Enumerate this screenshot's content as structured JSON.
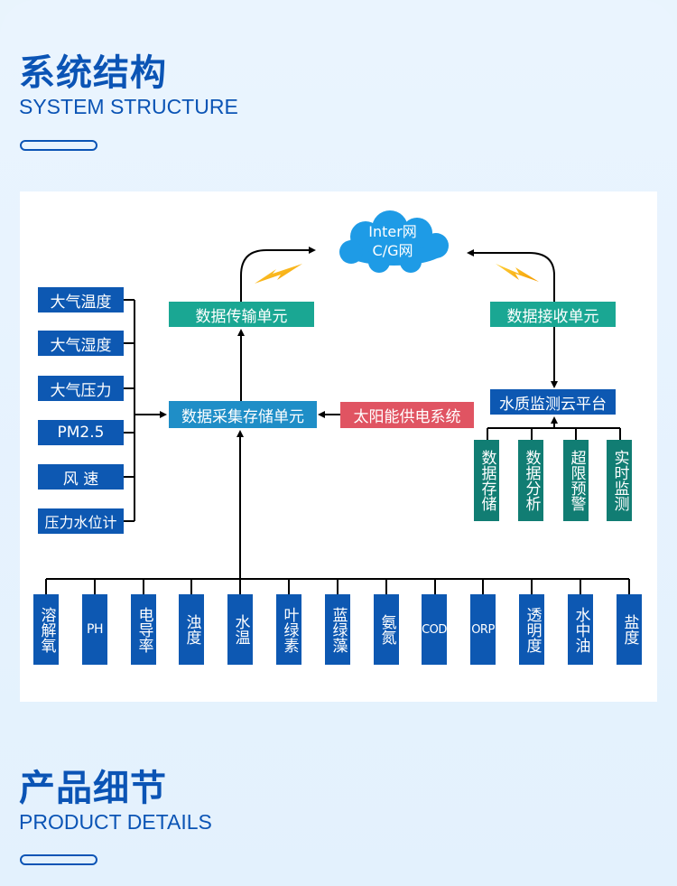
{
  "sections": [
    {
      "title": "系统结构",
      "subtitle": "SYSTEM STRUCTURE"
    },
    {
      "title": "产品细节",
      "subtitle": "PRODUCT DETAILS"
    }
  ],
  "diagram": {
    "cloud": {
      "line1": "Inter网",
      "line2": "C/G网"
    },
    "transmit_unit": "数据传输单元",
    "receive_unit": "数据接收单元",
    "collect_unit": "数据采集存储单元",
    "solar_unit": "太阳能供电系统",
    "cloud_platform": "水质监测云平台",
    "atmos_sensors": [
      "大气温度",
      "大气湿度",
      "大气压力",
      "PM2.5",
      "风 速",
      "压力水位计"
    ],
    "platform_functions": [
      "数据存储",
      "数据分析",
      "超限预警",
      "实时监测"
    ],
    "water_sensors": [
      "溶解氧",
      "PH",
      "电导率",
      "浊度",
      "水温",
      "叶绿素",
      "蓝绿藻",
      "氨氮",
      "COD",
      "ORP",
      "透明度",
      "水中油",
      "盐度"
    ],
    "colors": {
      "sensor_blue": "#0d58b2",
      "unit_teal": "#1aa793",
      "collect_cyan": "#1f8ec7",
      "solar_red": "#e05462",
      "function_teal": "#117d73",
      "cloud_blue": "#1e9be6",
      "lightning": "#f7b500"
    }
  }
}
